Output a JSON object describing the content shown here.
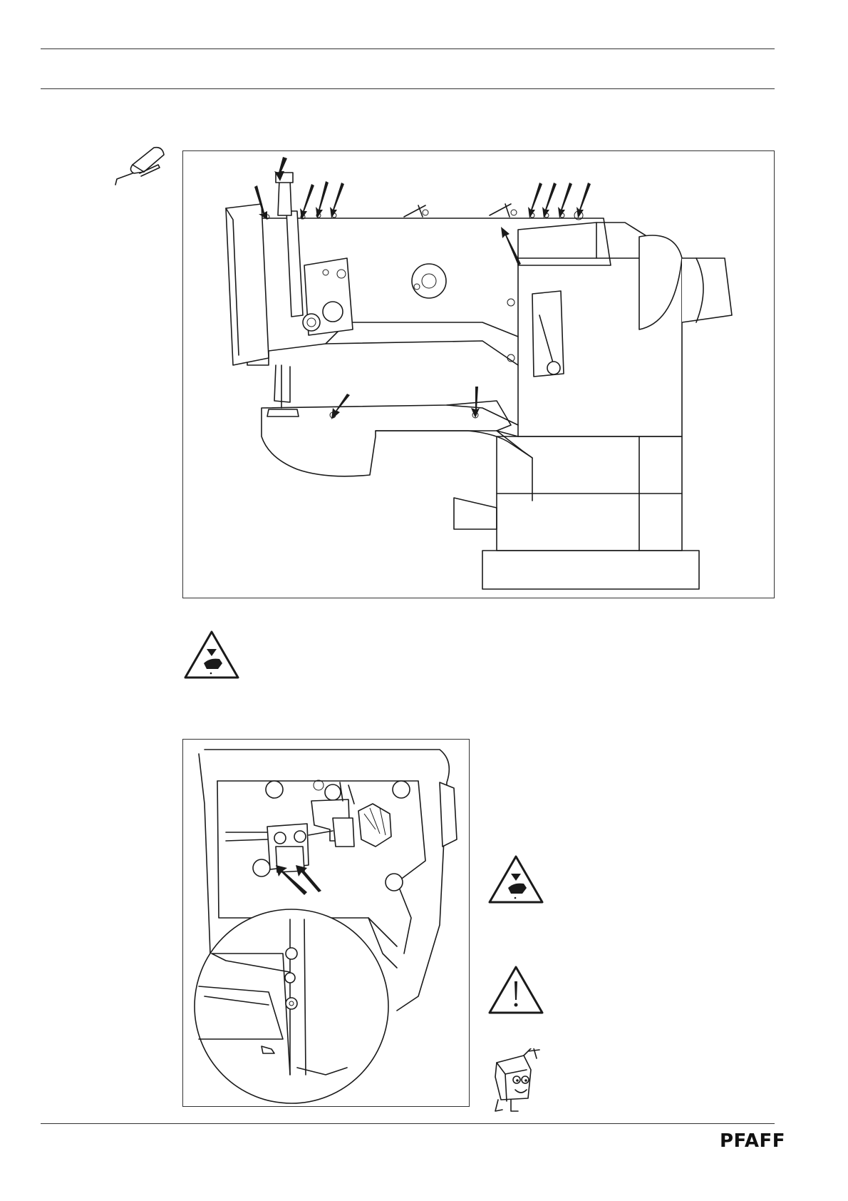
{
  "page": {
    "brand": "PFAFF",
    "colors": {
      "line": "#1a1a1a",
      "background": "#ffffff"
    }
  },
  "icons": {
    "oil_can": "oil-can-icon",
    "hand_warning_top": "hand-crush-warning-icon",
    "hand_warning_side": "hand-crush-warning-icon",
    "caution_triangle": "exclamation-warning-icon",
    "mascot": "sewing-machine-mascot-icon"
  },
  "figures": {
    "top": "sewing-machine-lubrication-points",
    "bottom": "hook-drive-detail-with-inset"
  }
}
